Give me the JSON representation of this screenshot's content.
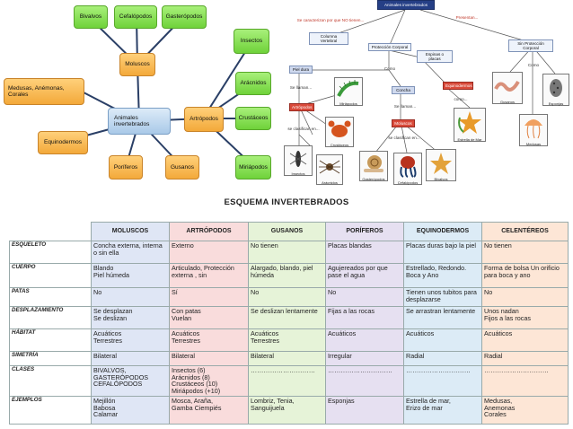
{
  "left_map": {
    "center": "Animales invertebrados",
    "moluscos": "Moluscos",
    "bivalvos": "Bivalvos",
    "cefalopodos": "Cefalópodos",
    "gasteropodos": "Gasterópodos",
    "medusas": "Medusas, Anémonas, Corales",
    "equinodermos": "Equinodermos",
    "poriferos": "Poríferos",
    "gusanos": "Gusanos",
    "artropodos": "Artrópodos",
    "insectos": "Insectos",
    "aracnidos": "Arácnidos",
    "crustaceos": "Crustáceos",
    "miriapodos": "Miriápodos"
  },
  "right_map": {
    "root": "Animales invertebrados",
    "link_no": "Se caracterizan por que NO tienen...",
    "link_pres": "Presentan...",
    "columna": "Columna Vertebral",
    "proteccion": "Protección Corporal",
    "espinas": "Espinas o placas",
    "sin_proteccion": "Sin Protección Corporal",
    "como1": "Como",
    "como2": "Como",
    "piel_dura": "Piel dura",
    "concha": "Concha",
    "equinodermos": "Equinodermos",
    "se_llaman1": "Se llaman...",
    "se_llaman2": "Se llaman...",
    "se_llaman3": "Se llaman...",
    "artropodos": "Artrópodos",
    "moluscos": "Moluscos",
    "se_clasifican1": "se clasifican en...",
    "se_clasifican2": "se clasifican en...",
    "como3": "como...",
    "pics": {
      "miriapodos": "Miriápodos",
      "crustaceos": "Crustáceos",
      "insectos": "Insectos",
      "aracnidos": "Arácnidos",
      "gasteropodos": "Gasterópodos",
      "cefalopodos": "Cefalópodos",
      "bivalvos": "Bivalvos",
      "estrella": "Estrella de Mar",
      "gusanos": "Gusanos",
      "esponjas": "Esponjas",
      "medusas": "Medusas"
    }
  },
  "table_title": "ESQUEMA INVERTEBRADOS",
  "table": {
    "headers": [
      "MOLUSCOS",
      "ARTRÓPODOS",
      "GUSANOS",
      "PORÍFEROS",
      "EQUINODERMOS",
      "CELENTÉREOS"
    ],
    "rows": [
      {
        "label": "ESQUELETO",
        "cells": [
          "Concha externa, interna o sin ella",
          "Externo",
          "No tienen",
          "Placas blandas",
          "Placas duras bajo la piel",
          "No tienen"
        ]
      },
      {
        "label": "CUERPO",
        "cells": [
          "Blando\nPiel húmeda",
          "Articulado, Protección externa , sin",
          "Alargado, blando, piel húmeda",
          "Agujereados por que pase el agua",
          "Estrellado, Redondo. Boca y Ano",
          "Forma de bolsa Un orificio para boca y ano"
        ]
      },
      {
        "label": "PATAS",
        "cells": [
          "No",
          "Sí",
          "No",
          "No",
          "Tienen unos tubitos para desplazarse",
          "No"
        ]
      },
      {
        "label": "DESPLAZAMIENTO",
        "cells": [
          "Se desplazan\nSe deslizan",
          "Con patas\nVuelan",
          "Se deslizan lentamente",
          "Fijas a las rocas",
          "Se arrastran lentamente",
          "Unos nadan\nFijos a las rocas"
        ]
      },
      {
        "label": "HÁBITAT",
        "cells": [
          "Acuáticos\nTerrestres",
          "Acuáticos\nTerrestres",
          "Acuáticos\nTerrestres",
          "Acuáticos",
          "Acuáticos",
          "Acuáticos"
        ]
      },
      {
        "label": "SIMETRÍA",
        "cells": [
          "Bilateral",
          "Bilateral",
          "Bilateral",
          "Irregular",
          "Radial",
          "Radial"
        ]
      },
      {
        "label": "CLASES",
        "cells": [
          "BIVALVOS,\nGASTERÓPODOS\nCEFALÓPODOS",
          "Insectos (6)\nArácnidos (8)\nCrustáceos (10)\nMiriápodos (+10)",
          "…………………………",
          "…………………………",
          "…………………………",
          "…………………………"
        ]
      },
      {
        "label": "EJEMPLOS",
        "cells": [
          "Mejillón\nBabosa\nCalamar",
          "Mosca, Araña,\nGamba Ciempiés",
          "Lombriz, Tenia,\nSanguijuela",
          "Esponjas",
          "Estrella de mar,\nErizo de mar",
          "Medusas,\nAnemonas\nCorales"
        ]
      }
    ]
  },
  "colors": {
    "green_node": "#6fd23a",
    "orange_node": "#f3a93a",
    "blue_node": "#a9c9e8",
    "col_moluscos": "#dfe6f5",
    "col_artropodos": "#f9dcdc",
    "col_gusanos": "#e6f3d8",
    "col_poriferos": "#e6e0f1",
    "col_equinodermos": "#dcebf6",
    "col_celentereos": "#fde6d6"
  }
}
